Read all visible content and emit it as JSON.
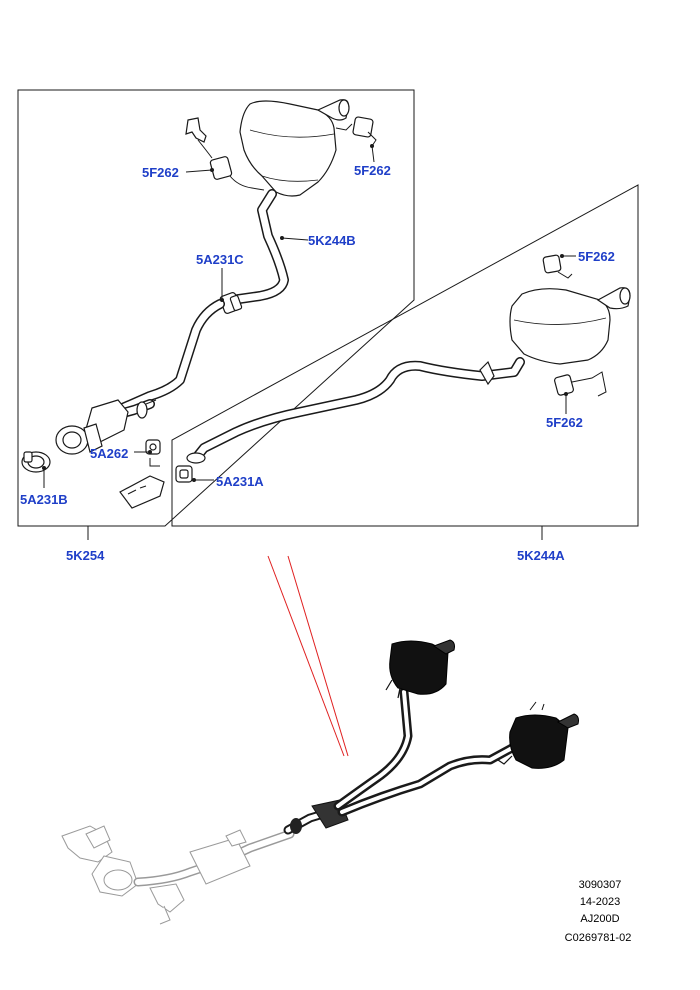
{
  "callouts": {
    "f262_top_left": "5F262",
    "f262_top_right": "5F262",
    "k244b": "5K244B",
    "a231c": "5A231C",
    "a262": "5A262",
    "a231b": "5A231B",
    "f262_right_top": "5F262",
    "f262_right_bottom": "5F262",
    "a231a": "5A231A"
  },
  "assemblies": {
    "left": "5K254",
    "right": "5K244A"
  },
  "footer": {
    "line1": "3090307",
    "line2": "14-2023",
    "line3": "AJ200D",
    "line4": "C0269781-02"
  },
  "colors": {
    "callout_text": "#1f3fc8",
    "line_art": "#1a1a1a",
    "ghost_art": "#9a9a9a",
    "pointer_lines": "#e02020"
  }
}
